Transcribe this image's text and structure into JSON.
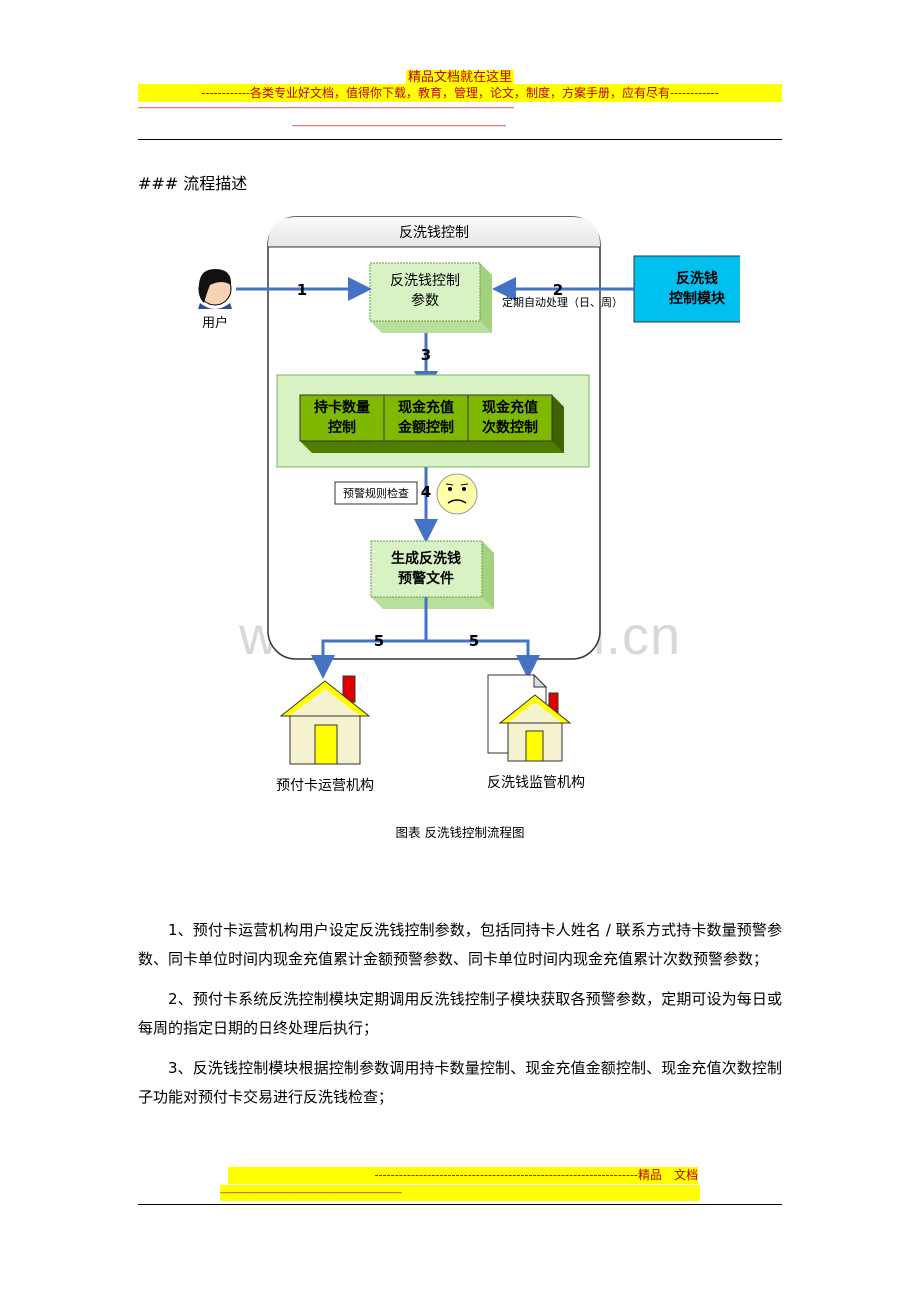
{
  "header": {
    "title": "精品文档就在这里",
    "tagline": "------------各类专业好文档，值得你下载，教育，管理，论文，制度，方案手册，应有尽有------------",
    "dash_line": "-------------------------------------------------------------------------------------------------------------------------------------------------------------------------------------------------------",
    "dash_line2": "-----------------------------------------------------------------------------------------------------------------"
  },
  "section_heading": "### 流程描述",
  "diagram": {
    "container_title": "反洗钱控制",
    "user_label": "用户",
    "params_box": [
      "反洗钱控制",
      "参数"
    ],
    "module_box": [
      "反洗钱",
      "控制模块"
    ],
    "periodic_label": "定期自动处理（日、周）",
    "controls": [
      [
        "持卡数量",
        "控制"
      ],
      [
        "现金充值",
        "金额控制"
      ],
      [
        "现金充值",
        "次数控制"
      ]
    ],
    "warning_rule": "预警规则检查",
    "generate_box": [
      "生成反洗钱",
      "预警文件"
    ],
    "step_labels": [
      "1",
      "2",
      "3",
      "4",
      "5",
      "5"
    ],
    "org_left": "预付卡运营机构",
    "org_right": "反洗钱监管机构",
    "watermark": "www.zixin.com.cn"
  },
  "caption": "图表   反洗钱控制流程图",
  "paragraphs": [
    "1、预付卡运营机构用户设定反洗钱控制参数，包括同持卡人姓名 / 联系方式持卡数量预警参数、同卡单位时间内现金充值累计金额预警参数、同卡单位时间内现金充值累计次数预警参数；",
    "2、预付卡系统反洗控制模块定期调用反洗钱控制子模块获取各预警参数，定期可设为每日或每周的指定日期的日终处理后执行；",
    "3、反洗钱控制模块根据控制参数调用持卡数量控制、现金充值金额控制、现金充值次数控制子功能对预付卡交易进行反洗钱检查；"
  ],
  "footer": {
    "text": "-----------------------------------------------------------------精品　文档",
    "dash_line": "------------------------------------------------------------------------------------------------"
  },
  "colors": {
    "light_green": "#d9f2c4",
    "dark_green": "#7fb800",
    "cyan": "#00c0f0",
    "arrow_blue": "#4472c4",
    "highlight": "#ffff00",
    "header_red": "#c00000"
  }
}
